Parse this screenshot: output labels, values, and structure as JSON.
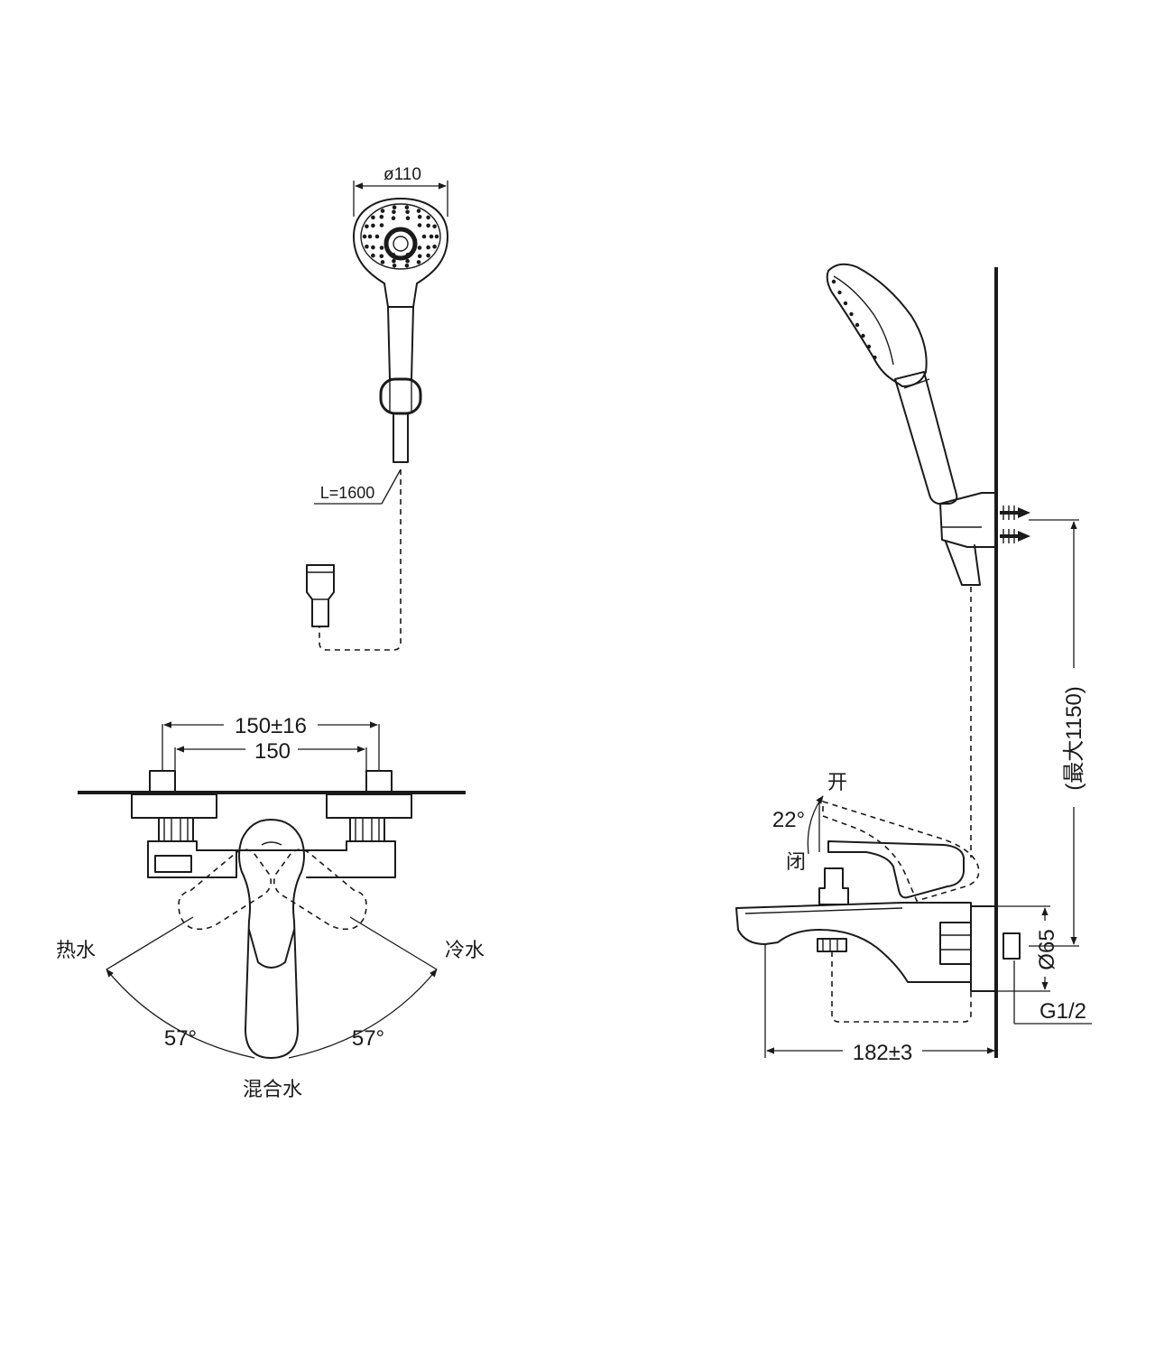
{
  "handshower_plan": {
    "head_diameter": "ø110",
    "hose_length": "L=1600"
  },
  "faucet_front": {
    "spacing_tolerance": "150±16",
    "spacing_nominal": "150",
    "hot_label": "热水",
    "cold_label": "冷水",
    "hot_angle": "57°",
    "cold_angle": "57°",
    "mixed_label": "混合水"
  },
  "faucet_side": {
    "open_label": "开",
    "close_label": "闭",
    "lever_angle": "22°",
    "max_height": "(最大1150)",
    "outlet_diameter": "Ø65",
    "thread": "G1/2",
    "projection": "182±3"
  },
  "colors": {
    "line": "#1a1a1a",
    "background": "#ffffff"
  }
}
